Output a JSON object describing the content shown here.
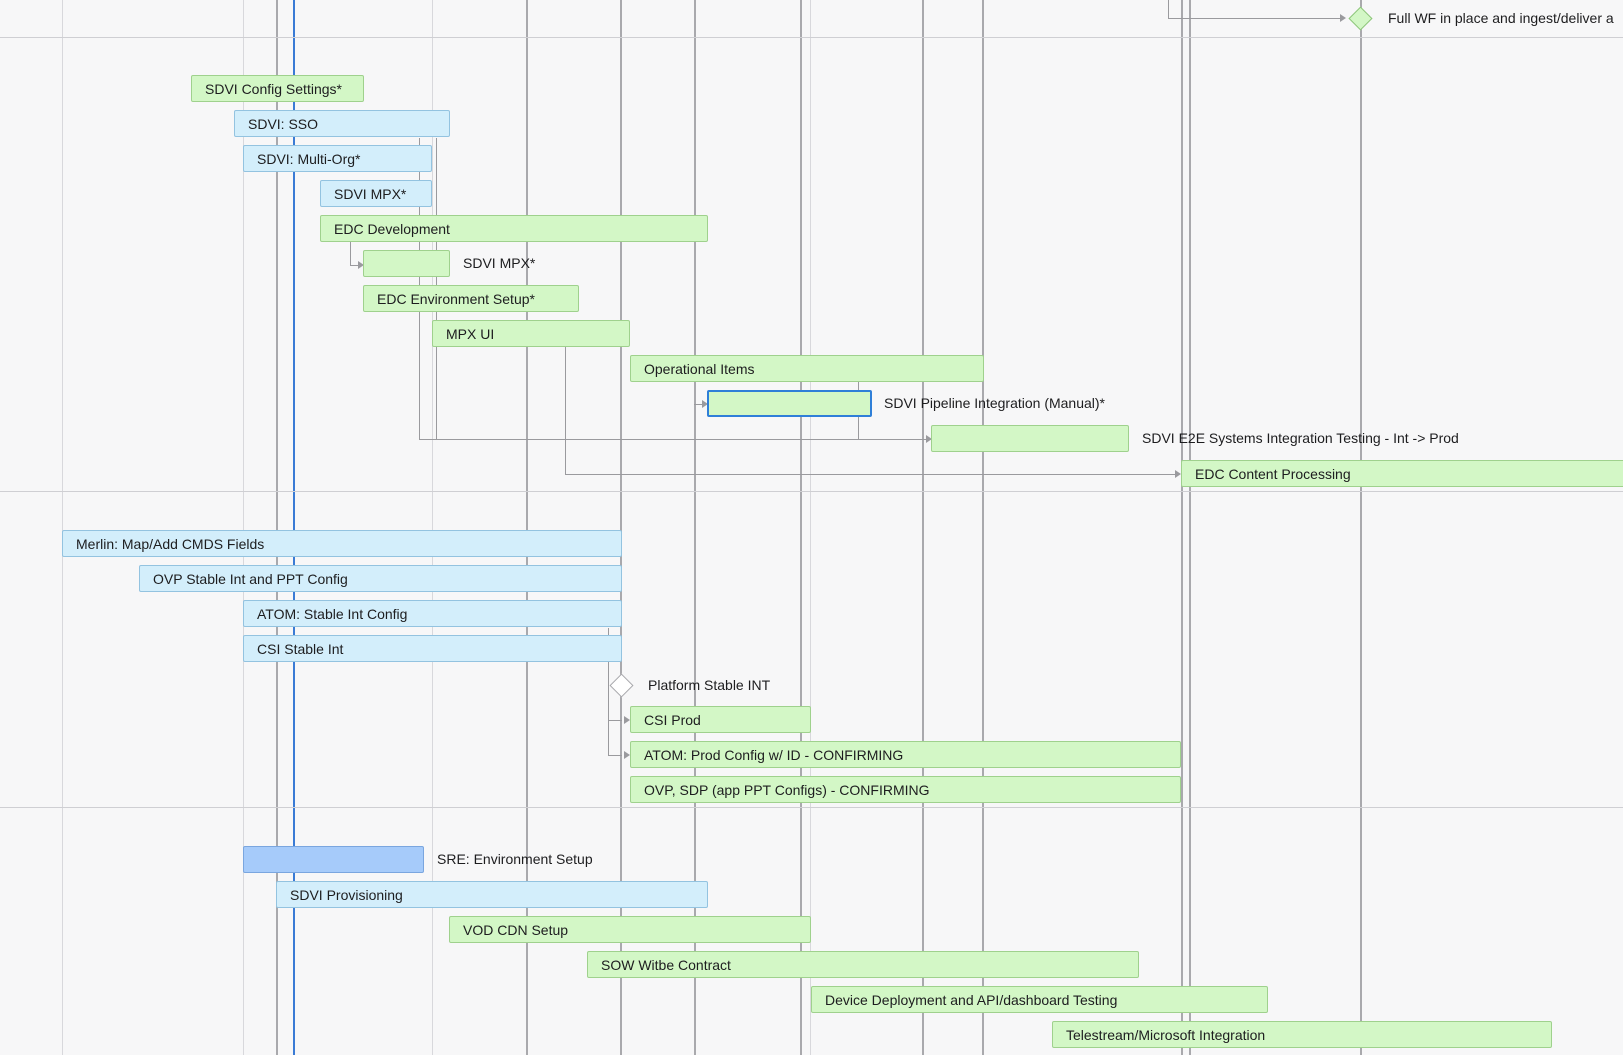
{
  "milestones": {
    "full_wf": "Full WF in place and ingest/deliver a",
    "platform_stable_int": "Platform Stable INT"
  },
  "tasks": {
    "sdvi_config_settings": "SDVI Config Settings*",
    "sdvi_sso": "SDVI: SSO",
    "sdvi_multi_org": "SDVI: Multi-Org*",
    "sdvi_mpx_1": "SDVI MPX*",
    "edc_development": "EDC Development",
    "sdvi_mpx_2": "SDVI MPX*",
    "edc_env_setup": "EDC Environment Setup*",
    "mpx_ui": "MPX UI",
    "operational_items": "Operational Items",
    "sdvi_pipeline_integration": "SDVI Pipeline Integration (Manual)*",
    "sdvi_e2e_testing": "SDVI E2E Systems Integration Testing - Int -> Prod",
    "edc_content_processing": "EDC Content Processing",
    "merlin_cmds": "Merlin: Map/Add CMDS Fields",
    "ovp_stable_int": "OVP Stable Int and PPT Config",
    "atom_stable_int": "ATOM: Stable Int Config",
    "csi_stable_int": "CSI Stable Int",
    "csi_prod": "CSI Prod",
    "atom_prod_config": "ATOM: Prod Config w/ ID - CONFIRMING",
    "ovp_sdp": "OVP, SDP (app PPT Configs) - CONFIRMING",
    "sre_env_setup": "SRE: Environment Setup",
    "sdvi_provisioning": "SDVI Provisioning",
    "vod_cdn_setup": "VOD CDN Setup",
    "sow_witbe": "SOW Witbe Contract",
    "device_deployment": "Device Deployment and API/dashboard Testing",
    "telestream_ms": "Telestream/Microsoft Integration"
  },
  "colors": {
    "task_green": "#d3f7c6",
    "task_blue": "#d3eefb",
    "task_blue_strong": "#a6cbfa",
    "today_line": "#3a7bd5",
    "selected_border": "#2f7fd8"
  }
}
